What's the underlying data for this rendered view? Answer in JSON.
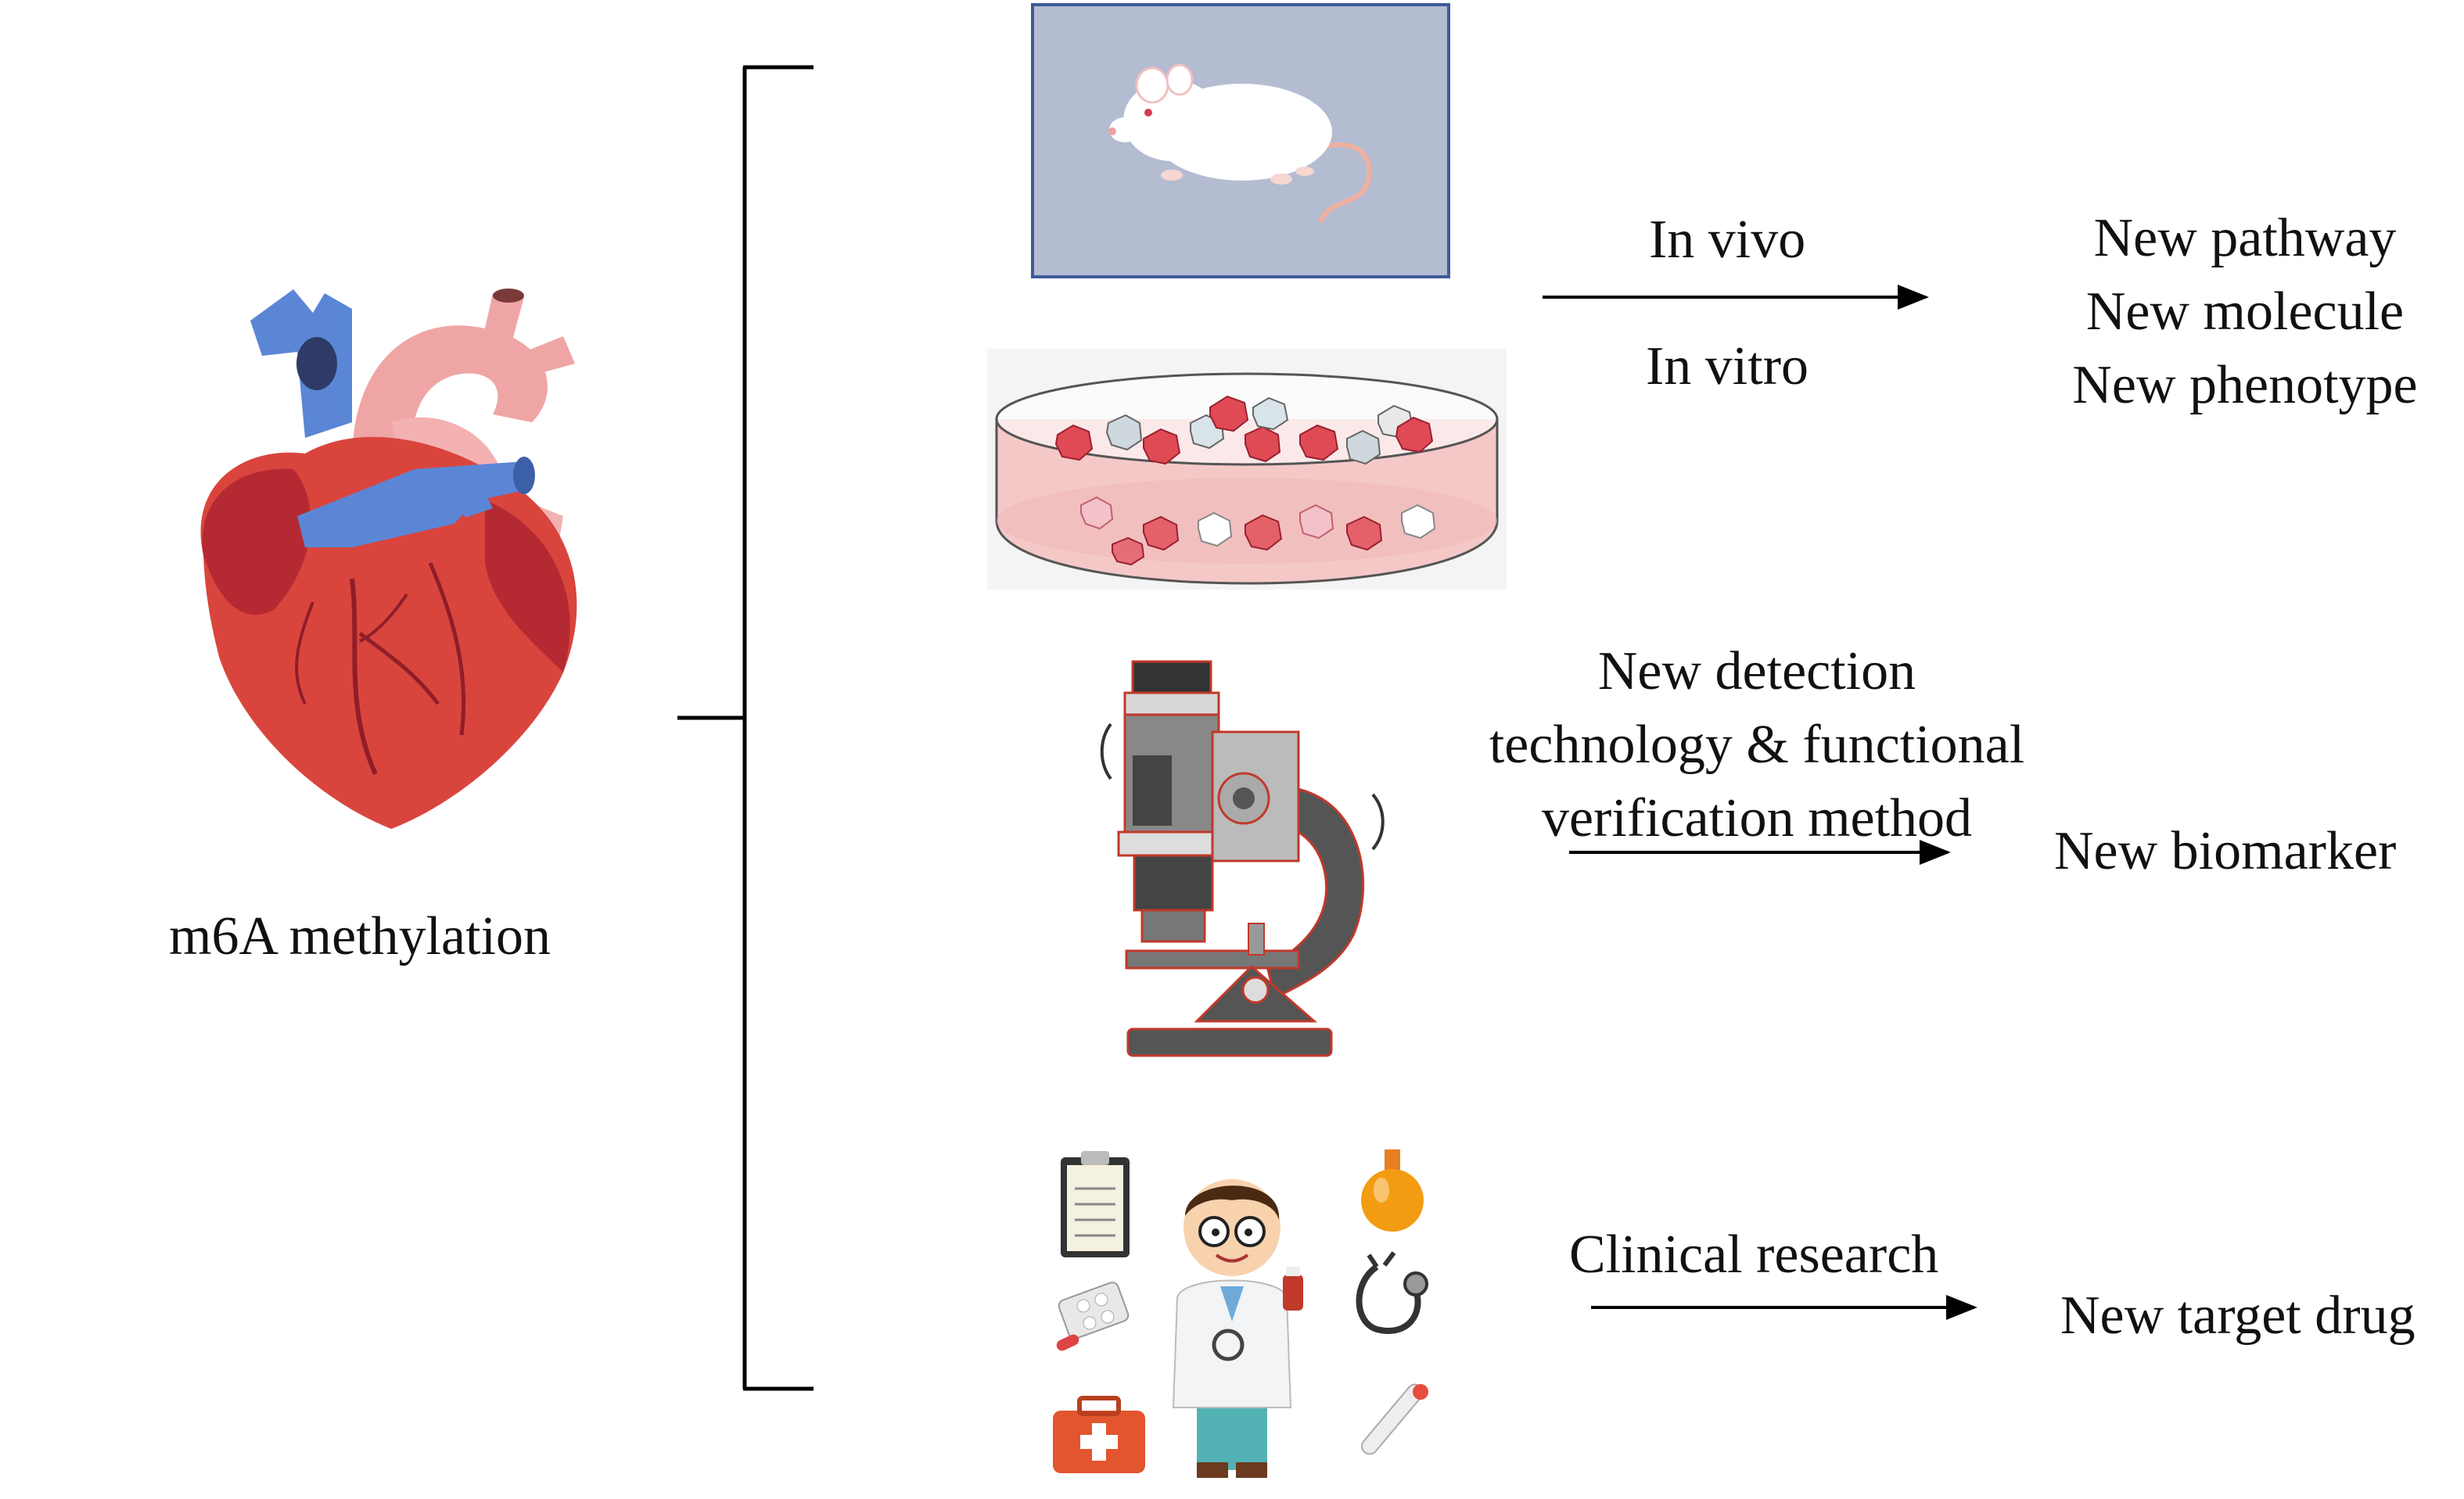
{
  "source": {
    "label": "m6A methylation",
    "icon": "heart-icon"
  },
  "branches": [
    {
      "id": "models",
      "icons": [
        "mouse-icon",
        "petri-dish-icon"
      ],
      "method_labels": [
        "In vivo",
        "In vitro"
      ],
      "outcomes": [
        "New pathway",
        "New molecule",
        "New phenotype"
      ]
    },
    {
      "id": "detection",
      "icons": [
        "microscope-icon"
      ],
      "method_lines": [
        "New detection",
        "technology & functional",
        "verification method"
      ],
      "outcomes": [
        "New biomarker"
      ]
    },
    {
      "id": "clinical",
      "icons": [
        "doctor-icon"
      ],
      "method_labels": [
        "Clinical research"
      ],
      "outcomes": [
        "New target drug"
      ]
    }
  ],
  "colors": {
    "line": "#000000",
    "heart_red": "#d9453d",
    "vessel_blue": "#5b86d6",
    "mouse_bg": "#b3bcd1",
    "cell_red": "#e04a55",
    "microscope_gray": "#5a5a5a"
  }
}
